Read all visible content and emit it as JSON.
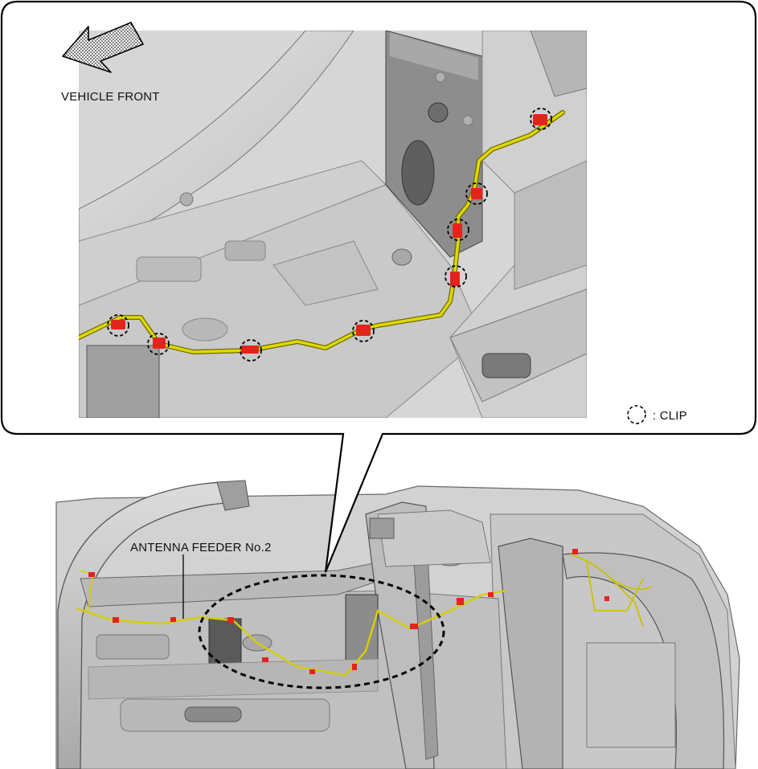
{
  "labels": {
    "vehicle_front": "VEHICLE FRONT",
    "clip_legend": ": CLIP",
    "antenna_feeder": "ANTENNA FEEDER No.2"
  },
  "colors": {
    "harness": "#d9d400",
    "clip": "#e8201a",
    "body_panel": "#d4d4d4",
    "outline": "#000000"
  },
  "icons": {
    "direction_arrow": "arrow-up-left-icon",
    "clip_marker": "dashed-circle-icon"
  }
}
